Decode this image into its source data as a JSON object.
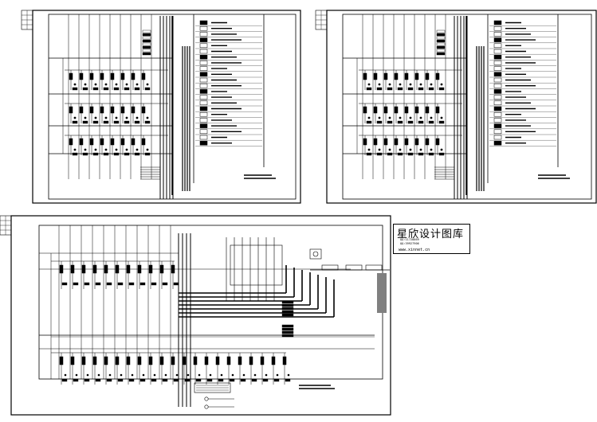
{
  "stamp": {
    "title": "星欣设计图库",
    "line1": "QQ:11728869",
    "line2": "QQ:39927906",
    "url": "www.xinnet.cn"
  },
  "sheets": [
    {
      "name": "sheet-top-left"
    },
    {
      "name": "sheet-top-right"
    },
    {
      "name": "sheet-bottom"
    }
  ]
}
